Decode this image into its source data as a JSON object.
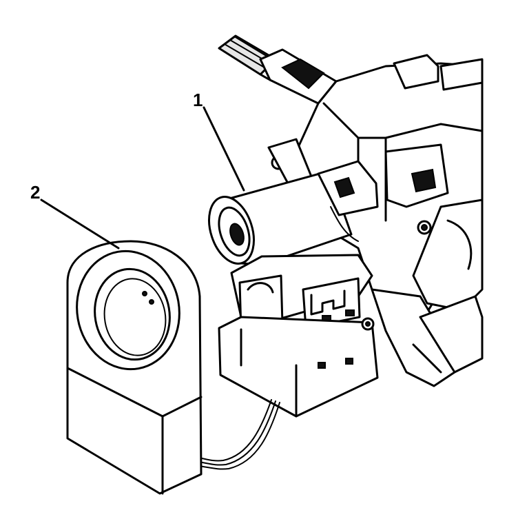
{
  "figure": {
    "callouts": [
      {
        "label": "1",
        "part": "ignition-lock-cylinder-case"
      },
      {
        "label": "2",
        "part": "ignition-switch-ring-module"
      }
    ]
  }
}
